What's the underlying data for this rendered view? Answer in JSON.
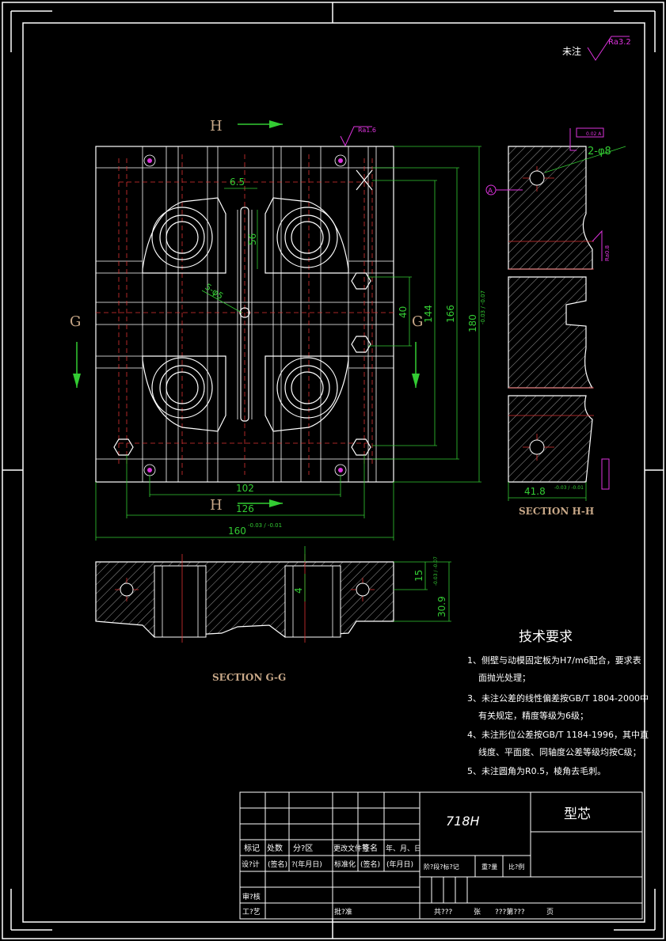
{
  "roughness_note": {
    "label": "未注",
    "value": "Ra3.2"
  },
  "section_h": {
    "letter": "H",
    "caption": "SECTION H-H",
    "roughness": "Ra1.6",
    "hole_label": "2-φ8",
    "datum": "A",
    "tol_box": "0.02 A",
    "side_ra": "Ra0.8"
  },
  "section_g": {
    "letter": "G",
    "caption": "SECTION G-G"
  },
  "dims": {
    "d6_5": "6.5",
    "d56": "56",
    "d5phi5": "5-φ5",
    "d40": "40",
    "d144": "144",
    "d166": "166",
    "d180": "180",
    "d180_tol": "-0.03 / -0.07",
    "d102": "102",
    "d126": "126",
    "d160": "160",
    "d160_tol": "-0.03 / -0.01",
    "d41_8": "41.8",
    "d41_8_tol": "-0.03 / -0.01",
    "d15": "15",
    "d30_9": "30.9",
    "d30_9_tol": "-0.03 / -0.07",
    "d4": "4"
  },
  "tech_req": {
    "title": "技术要求",
    "lines": [
      "1、侧壁与动模固定板为H7/m6配合，要求表",
      "面抛光处理；",
      "3、未注公差的线性偏差按GB/T 1804-2000中",
      "有关规定，精度等级为6级；",
      "4、未注形位公差按GB/T 1184-1996，其中直",
      "线度、平面度、同轴度公差等级均按C级；",
      "5、未注圆角为R0.5，棱角去毛刺。"
    ]
  },
  "title_block": {
    "material": "718H",
    "part_name": "型芯",
    "row_labels": [
      "标记",
      "处数",
      "分?区",
      "更改文件号",
      "签名",
      "年、月、日"
    ],
    "row2_labels": [
      "设?计",
      "(签名)",
      "?(年月日)",
      "标准化",
      "(签名)",
      "(年月日)"
    ],
    "stage_labels": [
      "阶?段?标?记",
      "重?量",
      "比?例"
    ],
    "left_labels": [
      "审?核",
      "工?艺"
    ],
    "approve": "批?准",
    "sheet": [
      "共???",
      "张",
      "???第???",
      "页"
    ]
  }
}
